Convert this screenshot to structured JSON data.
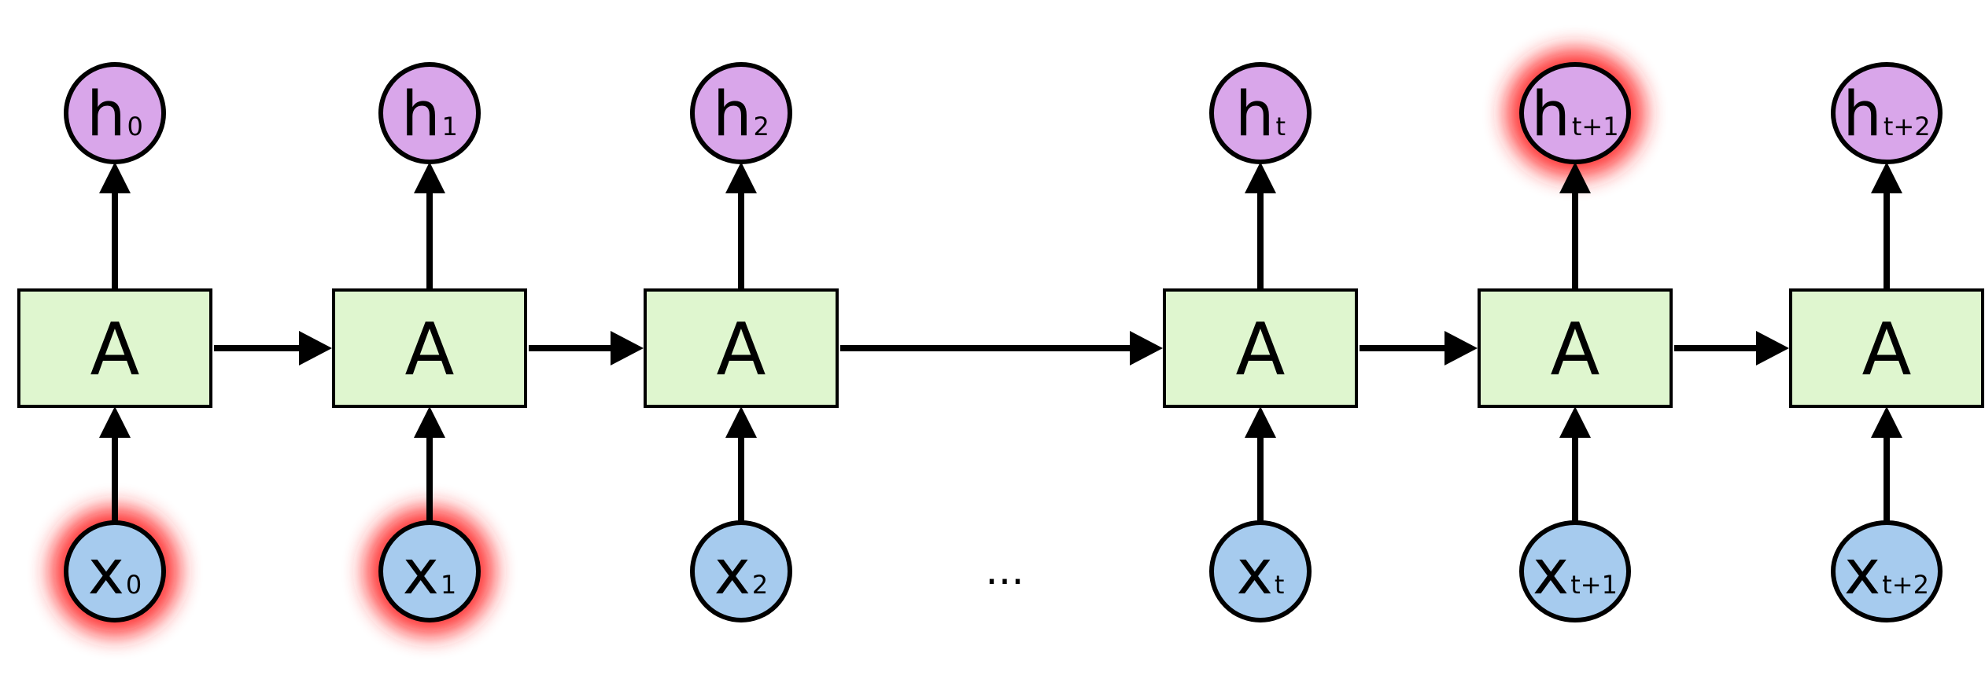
{
  "colors": {
    "cell_fill": "#dff6cf",
    "hidden_fill": "#d9a6ea",
    "input_fill": "#a6cbee",
    "highlight": "#ff2020",
    "stroke": "#000000"
  },
  "cell_label": "A",
  "ellipsis": "...",
  "steps": [
    {
      "hidden": {
        "main": "h",
        "sub": "0"
      },
      "input": {
        "main": "x",
        "sub": "0"
      },
      "hidden_highlight": false,
      "input_highlight": true
    },
    {
      "hidden": {
        "main": "h",
        "sub": "1"
      },
      "input": {
        "main": "x",
        "sub": "1"
      },
      "hidden_highlight": false,
      "input_highlight": true
    },
    {
      "hidden": {
        "main": "h",
        "sub": "2"
      },
      "input": {
        "main": "x",
        "sub": "2"
      },
      "hidden_highlight": false,
      "input_highlight": false
    },
    {
      "hidden": {
        "main": "h",
        "sub": "t"
      },
      "input": {
        "main": "x",
        "sub": "t"
      },
      "hidden_highlight": false,
      "input_highlight": false
    },
    {
      "hidden": {
        "main": "h",
        "sub": "t+1"
      },
      "input": {
        "main": "x",
        "sub": "t+1"
      },
      "hidden_highlight": true,
      "input_highlight": false
    },
    {
      "hidden": {
        "main": "h",
        "sub": "t+2"
      },
      "input": {
        "main": "x",
        "sub": "t+2"
      },
      "hidden_highlight": false,
      "input_highlight": false
    }
  ]
}
